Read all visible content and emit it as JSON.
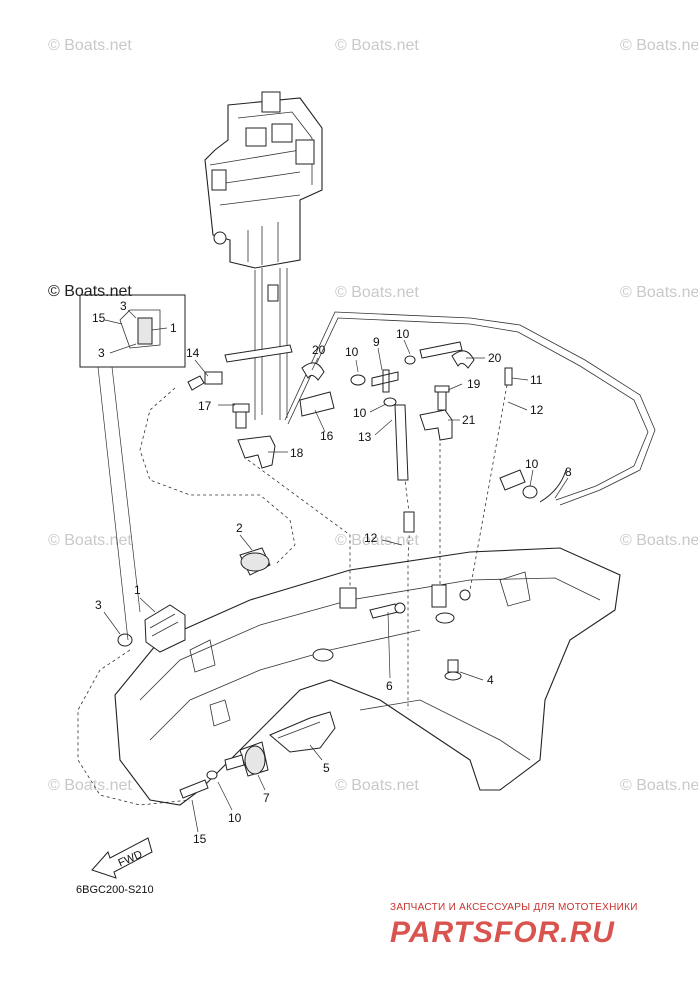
{
  "watermarks": [
    "© Boats.net",
    "© Boats.net",
    "© Boats.net",
    "© Boats.net",
    "© Boats.net",
    "© Boats.net",
    "© Boats.net",
    "© Boats.net",
    "© Boats.net",
    "© Boats.net",
    "© Boats.net"
  ],
  "inset_watermark": "© Boats.net",
  "inset_labels": [
    "15",
    "3",
    "1",
    "3"
  ],
  "callouts": [
    "1",
    "2",
    "3",
    "4",
    "5",
    "6",
    "7",
    "8",
    "9",
    "10",
    "10",
    "10",
    "10",
    "10",
    "11",
    "12",
    "12",
    "13",
    "14",
    "15",
    "16",
    "17",
    "18",
    "19",
    "20",
    "20",
    "21"
  ],
  "arrow_label": "FWD",
  "drawing_code": "6BGC200-S210",
  "shop_tagline": "ЗАПЧАСТИ И АКСЕССУАРЫ ДЛЯ МОТОТЕХНИКИ",
  "shop_logo": "PARTSFOR.RU"
}
